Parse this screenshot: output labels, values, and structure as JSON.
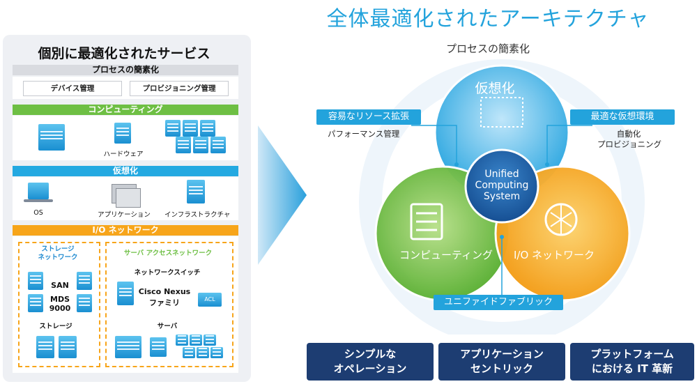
{
  "left": {
    "title": "個別に最適化されたサービス",
    "process_bar": "プロセスの簡素化",
    "device_mgmt": "デバイス管理",
    "provisioning_mgmt": "プロビジョニング管理",
    "computing_bar": "コンピューティング",
    "hardware": "ハードウェア",
    "virtualization_bar": "仮想化",
    "os": "OS",
    "application": "アプリケーション",
    "infrastructure": "インフラストラクチャ",
    "io_bar": "I/O ネットワーク",
    "storage_network_line1": "ストレージ",
    "storage_network_line2": "ネットワーク",
    "san": "SAN",
    "mds_line1": "MDS",
    "mds_line2": "9000",
    "storage": "ストレージ",
    "server_access_network": "サーバ アクセスネットワーク",
    "network_switch": "ネットワークスイッチ",
    "nexus_line1": "Cisco Nexus",
    "nexus_line2": "ファミリ",
    "acl": "ACL",
    "server": "サーバ"
  },
  "right": {
    "title": "全体最適化されたアーキテクチャ",
    "ring_label": "プロセスの簡素化",
    "circle_virtualization": "仮想化",
    "circle_computing": "コンピューティング",
    "circle_io": "I/O ネットワーク",
    "center_line1": "Unified",
    "center_line2": "Computing",
    "center_line3": "System",
    "tag_resource": "容易なリソース拡張",
    "note_performance": "パフォーマンス管理",
    "tag_optimal_virtual": "最適な仮想環境",
    "note_auto_line1": "自動化",
    "note_auto_line2": "プロビジョニング",
    "tag_fabric": "ユニファイドファブリック"
  },
  "bottom": {
    "btn1_line1": "シンプルな",
    "btn1_line2": "オペレーション",
    "btn2_line1": "アプリケーション",
    "btn2_line2": "セントリック",
    "btn3_line1": "プラットフォーム",
    "btn3_line2": "における IT 革新"
  },
  "colors": {
    "accent_blue": "#23a3dc",
    "green": "#6ebf44",
    "orange": "#f7a51a",
    "navy": "#1d3d72",
    "center_blue": "#1b63ad"
  }
}
